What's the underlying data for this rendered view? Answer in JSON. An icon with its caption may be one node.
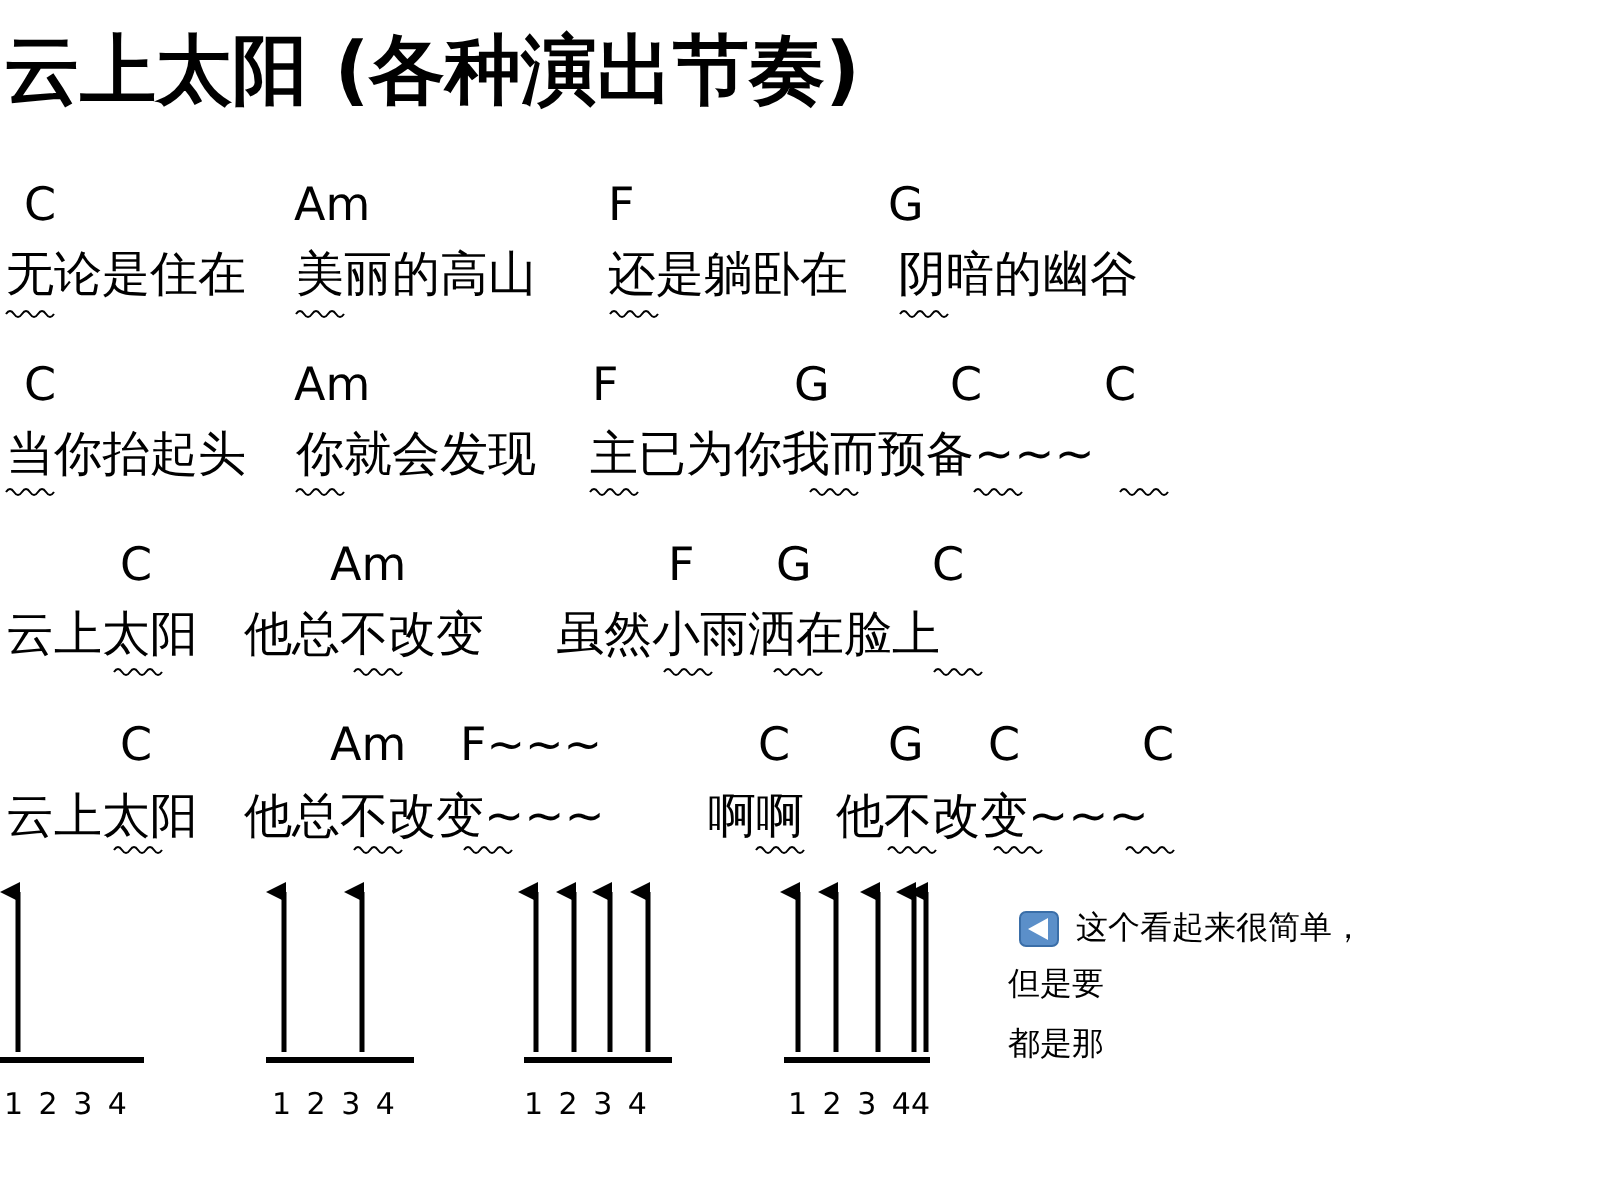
{
  "diagram": {
    "title": "云上太阳 (各种演出节奏)",
    "labels": [
      "C",
      "Am",
      "F",
      "G",
      "无论是住在",
      "美丽的高山",
      "还是躺卧在",
      "阴暗的幽谷",
      "C",
      "Am",
      "F",
      "G",
      "C",
      "C",
      "当你抬起头",
      "你就会发现",
      "主已为你我而预备~~~",
      "C",
      "Am",
      "F",
      "G",
      "C",
      "云上太阳",
      "他总不改变",
      "虽然小雨洒在脸上",
      "C",
      "Am",
      "F~~~",
      "C",
      "G",
      "C",
      "C",
      "云上太阳",
      "他总不改变~~~",
      "啊啊",
      "他不改变~~~",
      "1 2 3 4",
      "1 2 3 4",
      "1 2 3 4",
      "1 2 3 44",
      "这个看起来很简单，",
      "但是要",
      "都是那"
    ]
  }
}
